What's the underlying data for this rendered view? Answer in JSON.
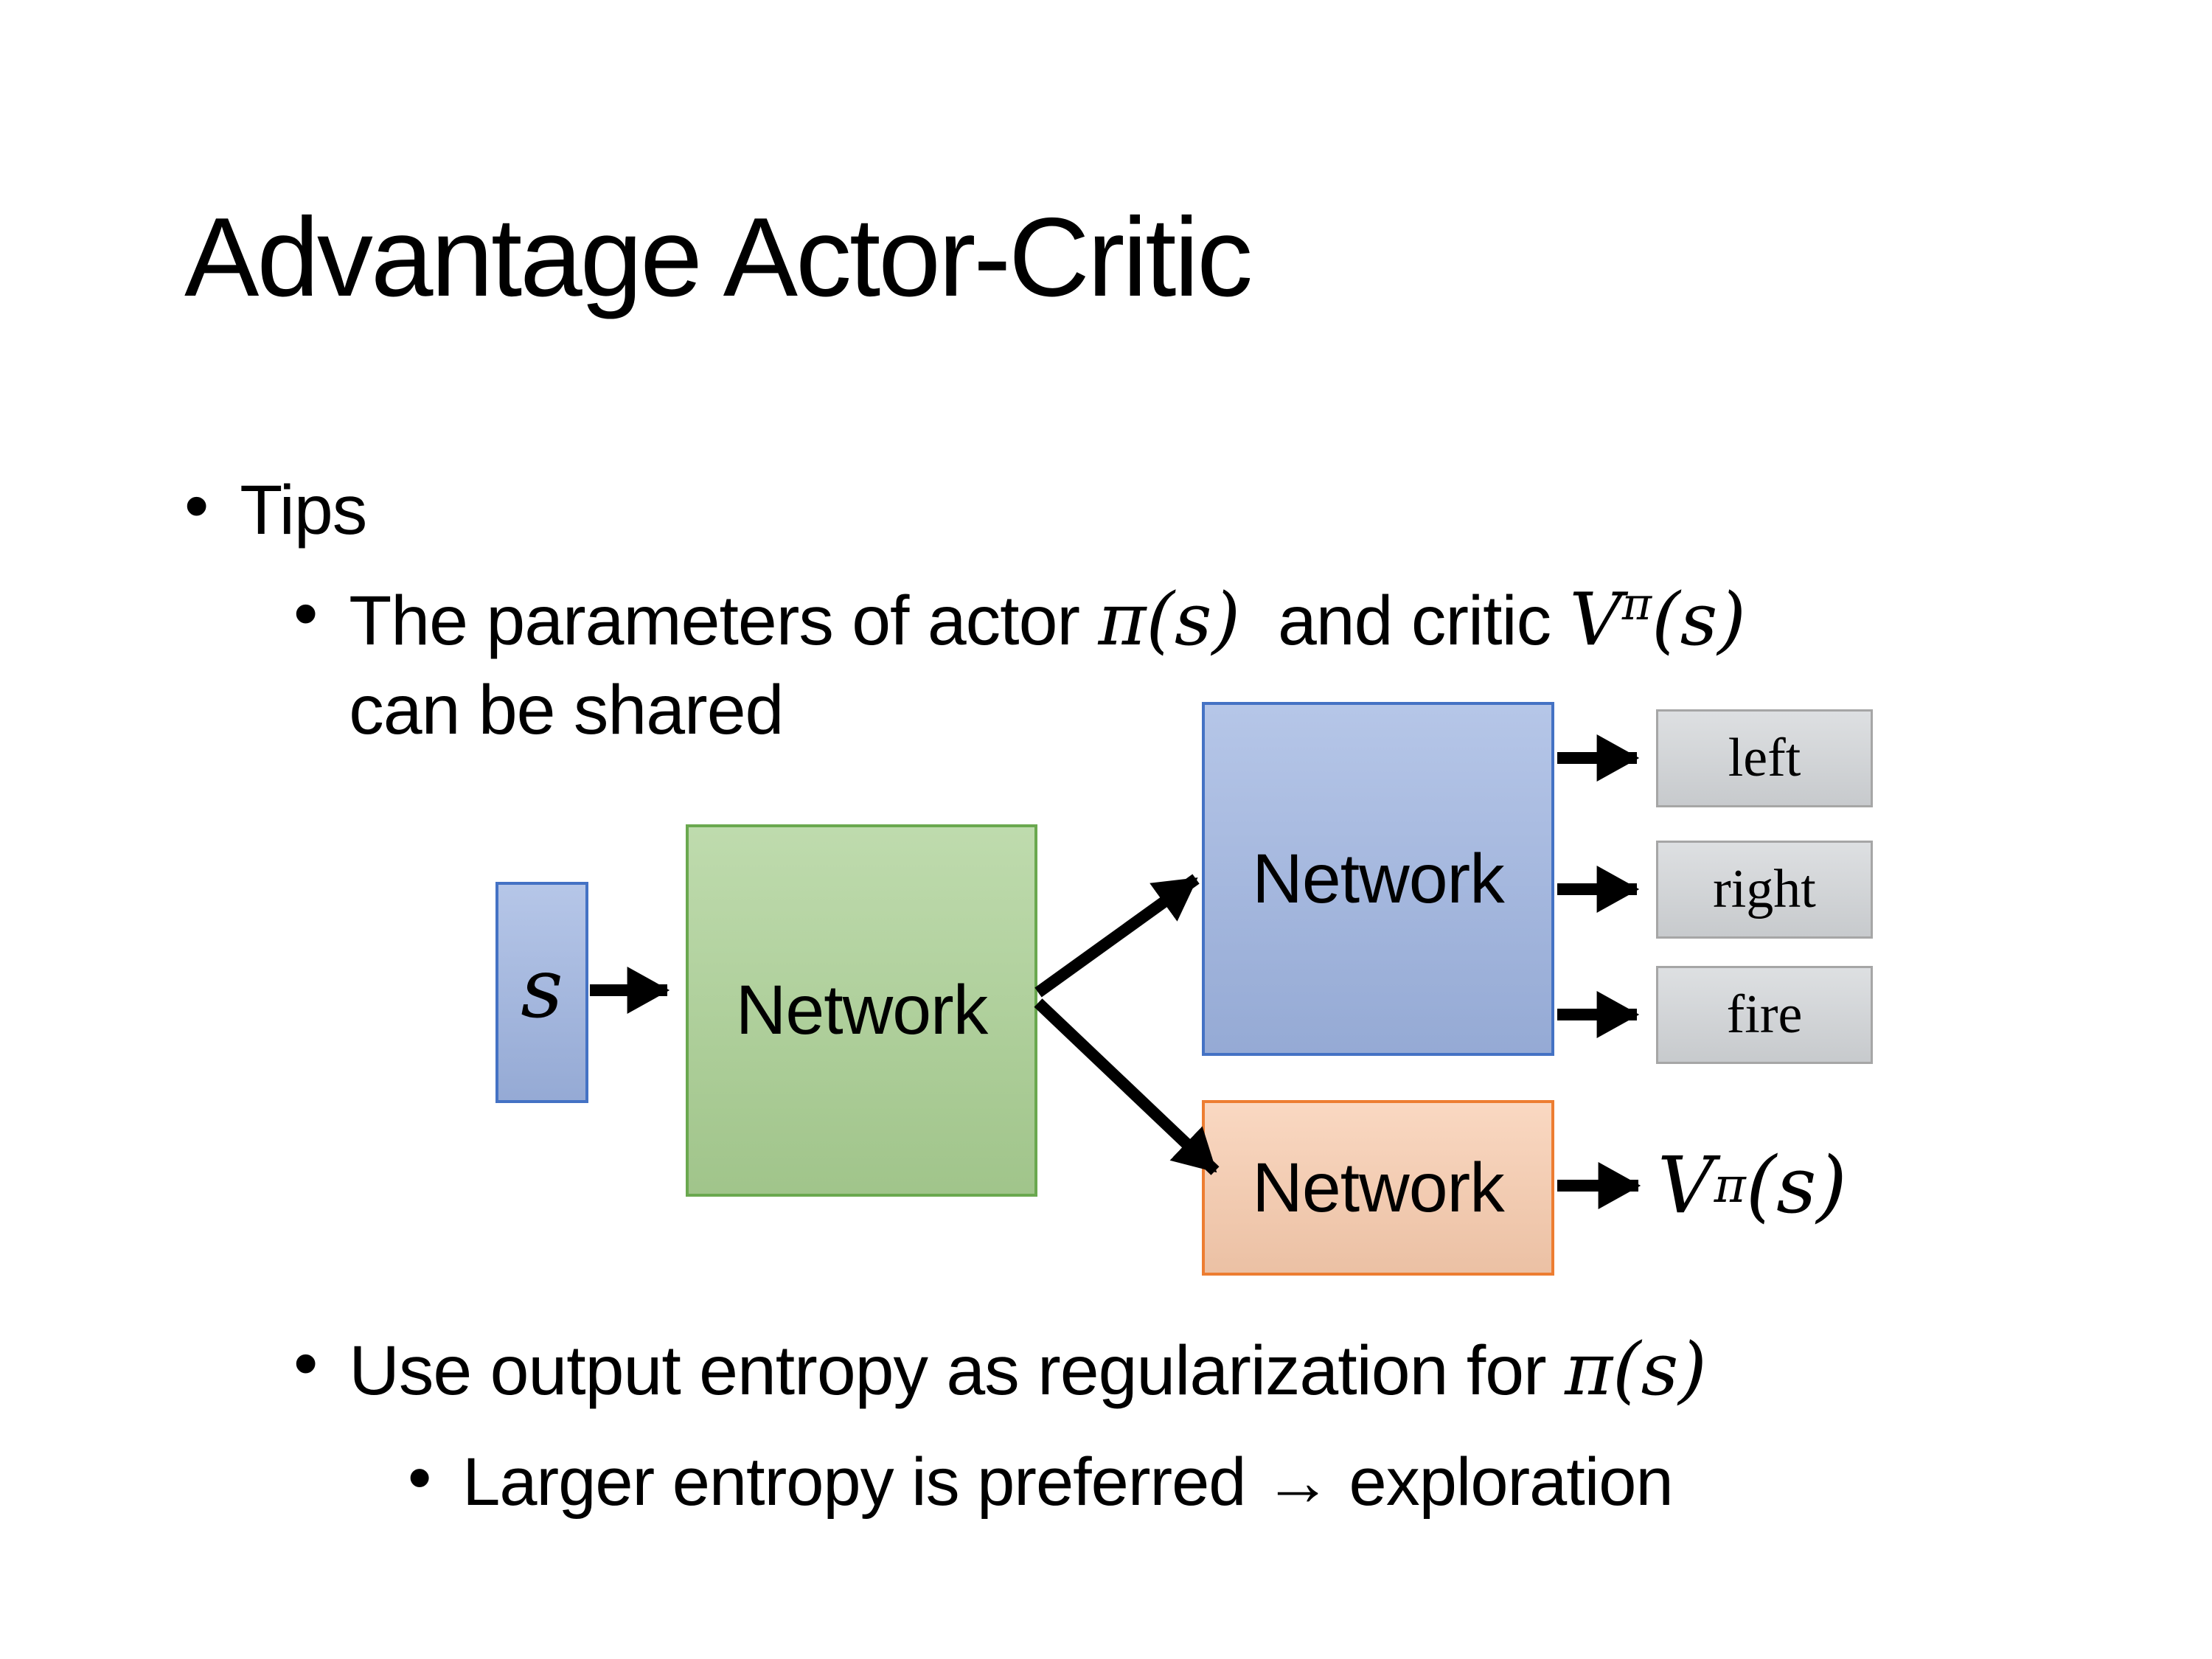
{
  "title": "Advantage Actor-Critic",
  "bullets": {
    "marker": "•",
    "tips": "Tips",
    "b2_pre": "The parameters of actor ",
    "b2_math_pi": "π(s)",
    "b2_mid": "  and critic ",
    "b2_v": "V",
    "b2_v_sup": "π",
    "b2_v_args": "(s)",
    "b2_line2": "can be shared",
    "b3_pre": "Use output entropy as regularization for ",
    "b3_math_pi": "π(s)",
    "b4_text": "Larger entropy is preferred → exploration"
  },
  "diagram": {
    "input_label": "s",
    "shared_network_label": "Network",
    "actor_network_label": "Network",
    "critic_network_label": "Network",
    "actions": [
      "left",
      "right",
      "fire"
    ],
    "critic_v": "V",
    "critic_v_sup": "π",
    "critic_v_args": "(s)"
  },
  "colors": {
    "input_fill": "#9db3e0",
    "input_border": "#4472c4",
    "shared_fill": "#a9cf92",
    "shared_border": "#6aa84f",
    "actor_fill": "#9db3e0",
    "actor_border": "#4472c4",
    "critic_fill": "#f8cbad",
    "critic_border": "#ed7d31",
    "action_fill": "#d2d5d8",
    "action_border": "#a6a6a6",
    "arrow": "#000000",
    "text": "#000000"
  }
}
